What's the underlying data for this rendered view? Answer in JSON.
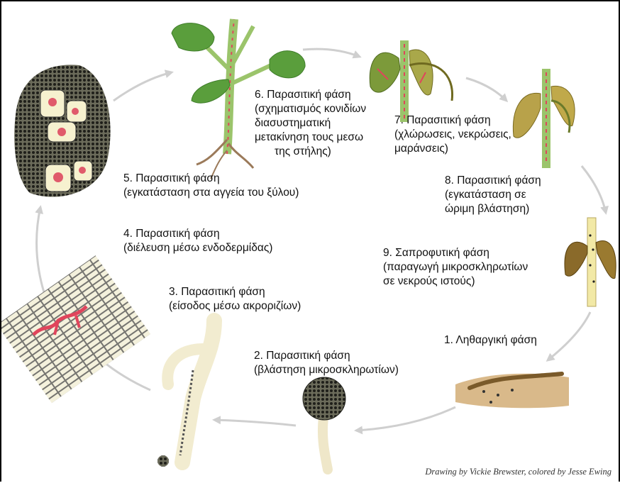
{
  "stages": [
    {
      "id": "s1",
      "line1": "1. Ληθαργική φάση",
      "line2": "",
      "line3": "",
      "line4": ""
    },
    {
      "id": "s2",
      "line1": "2. Παρασιτική φάση",
      "line2": "(βλάστηση μικροσκληρωτίων)",
      "line3": "",
      "line4": ""
    },
    {
      "id": "s3",
      "line1": "3. Παρασιτική φάση",
      "line2": "(είσοδος μέσω ακροριζίων)",
      "line3": "",
      "line4": ""
    },
    {
      "id": "s4",
      "line1": "4. Παρασιτική φάση",
      "line2": "(διέλευση μέσω ενδοδερμίδας)",
      "line3": "",
      "line4": ""
    },
    {
      "id": "s5",
      "line1": "5. Παρασιτική φάση",
      "line2": "(εγκατάσταση στα αγγεία του ξύλου)",
      "line3": "",
      "line4": ""
    },
    {
      "id": "s6",
      "line1": "6. Παρασιτική φάση",
      "line2": "(σχηματισμός κονιδίων",
      "line3": "διασυστηματική",
      "line4": "μετακίνηση τους μεσω",
      "line5": "της στήλης)"
    },
    {
      "id": "s7",
      "line1": "7. Παρασιτική φάση",
      "line2": "(χλώρωσεις, νεκρώσεις,",
      "line3": "μαράνσεις)",
      "line4": ""
    },
    {
      "id": "s8",
      "line1": "8. Παρασιτική φάση",
      "line2": "(εγκατάσταση σε",
      "line3": "ώριμη βλάστηση)",
      "line4": ""
    },
    {
      "id": "s9",
      "line1": "9. Σαπροφυτική φάση",
      "line2": "(παραγωγή μικροσκληρωτίων",
      "line3": "σε νεκρούς ιστούς)",
      "line4": ""
    }
  ],
  "credit": "Drawing by Vickie Brewster, colored by Jesse Ewing",
  "colors": {
    "arrow": "#cfcfcf",
    "leaf": "#5a9e3c",
    "leaf_dark": "#3f7d2a",
    "stem": "#9bc46b",
    "infection": "#e0455c",
    "yellow_leaf": "#b8a24a",
    "brown": "#7a5a2a",
    "cell": "#f3efd4",
    "soil": "#c9a46a"
  }
}
